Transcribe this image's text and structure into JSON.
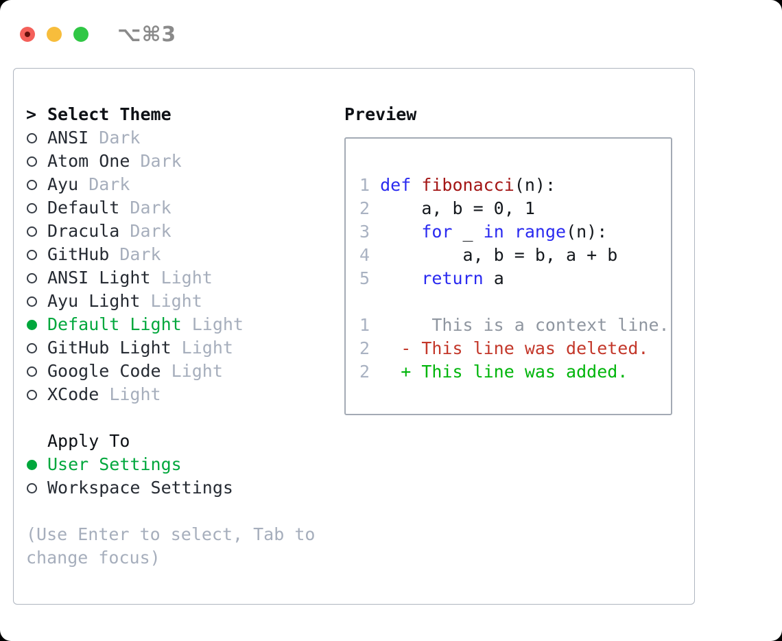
{
  "window": {
    "title": "⌥⌘3",
    "traffic_lights": [
      "close",
      "minimize",
      "zoom"
    ]
  },
  "colors": {
    "accent_green": "#00a73c",
    "keyword_blue": "#2a2af0",
    "function_red": "#a31515",
    "deleted_red": "#c3372a",
    "added_green": "#00b50b",
    "muted_gray": "#a6aebc",
    "border_gray": "#aeb5bf"
  },
  "panel": {
    "select_theme": {
      "marker": ">",
      "label": "Select Theme"
    },
    "themes": [
      {
        "name": "ANSI",
        "variant": "Dark",
        "selected": false
      },
      {
        "name": "Atom One",
        "variant": "Dark",
        "selected": false
      },
      {
        "name": "Ayu",
        "variant": "Dark",
        "selected": false
      },
      {
        "name": "Default",
        "variant": "Dark",
        "selected": false
      },
      {
        "name": "Dracula",
        "variant": "Dark",
        "selected": false
      },
      {
        "name": "GitHub",
        "variant": "Dark",
        "selected": false
      },
      {
        "name": "ANSI Light",
        "variant": "Light",
        "selected": false
      },
      {
        "name": "Ayu Light",
        "variant": "Light",
        "selected": false
      },
      {
        "name": "Default Light",
        "variant": "Light",
        "selected": true
      },
      {
        "name": "GitHub Light",
        "variant": "Light",
        "selected": false
      },
      {
        "name": "Google Code",
        "variant": "Light",
        "selected": false
      },
      {
        "name": "XCode",
        "variant": "Light",
        "selected": false
      }
    ],
    "apply_to": {
      "label": "Apply To",
      "options": [
        {
          "label": "User Settings",
          "selected": true
        },
        {
          "label": "Workspace Settings",
          "selected": false
        }
      ]
    },
    "hint": "(Use Enter to select, Tab to change focus)",
    "preview": {
      "title": "Preview",
      "lines": [
        {
          "segments": [
            {
              "t": "1 ",
              "c": "num"
            },
            {
              "t": "def",
              "c": "kw"
            },
            {
              "t": " ",
              "c": "plain"
            },
            {
              "t": "fibonacci",
              "c": "fn"
            },
            {
              "t": "(n):",
              "c": "plain"
            }
          ]
        },
        {
          "segments": [
            {
              "t": "2 ",
              "c": "num"
            },
            {
              "t": "    a, b = 0, 1",
              "c": "plain"
            }
          ]
        },
        {
          "segments": [
            {
              "t": "3 ",
              "c": "num"
            },
            {
              "t": "    ",
              "c": "plain"
            },
            {
              "t": "for",
              "c": "kw"
            },
            {
              "t": " _ ",
              "c": "plain"
            },
            {
              "t": "in",
              "c": "kw"
            },
            {
              "t": " ",
              "c": "plain"
            },
            {
              "t": "range",
              "c": "kw"
            },
            {
              "t": "(n):",
              "c": "plain"
            }
          ]
        },
        {
          "segments": [
            {
              "t": "4 ",
              "c": "num"
            },
            {
              "t": "        a, b = b, a + b",
              "c": "plain"
            }
          ]
        },
        {
          "segments": [
            {
              "t": "5 ",
              "c": "num"
            },
            {
              "t": "    ",
              "c": "plain"
            },
            {
              "t": "return",
              "c": "kw"
            },
            {
              "t": " a",
              "c": "plain"
            }
          ]
        },
        {
          "segments": []
        },
        {
          "segments": [
            {
              "t": "1",
              "c": "num"
            },
            {
              "t": "      This is a context line.",
              "c": "ctx"
            }
          ]
        },
        {
          "segments": [
            {
              "t": "2",
              "c": "num"
            },
            {
              "t": "   ",
              "c": "plain"
            },
            {
              "t": "- This line was deleted.",
              "c": "del"
            }
          ]
        },
        {
          "segments": [
            {
              "t": "2",
              "c": "num"
            },
            {
              "t": "   ",
              "c": "plain"
            },
            {
              "t": "+ This line was added.",
              "c": "add"
            }
          ]
        }
      ]
    }
  }
}
